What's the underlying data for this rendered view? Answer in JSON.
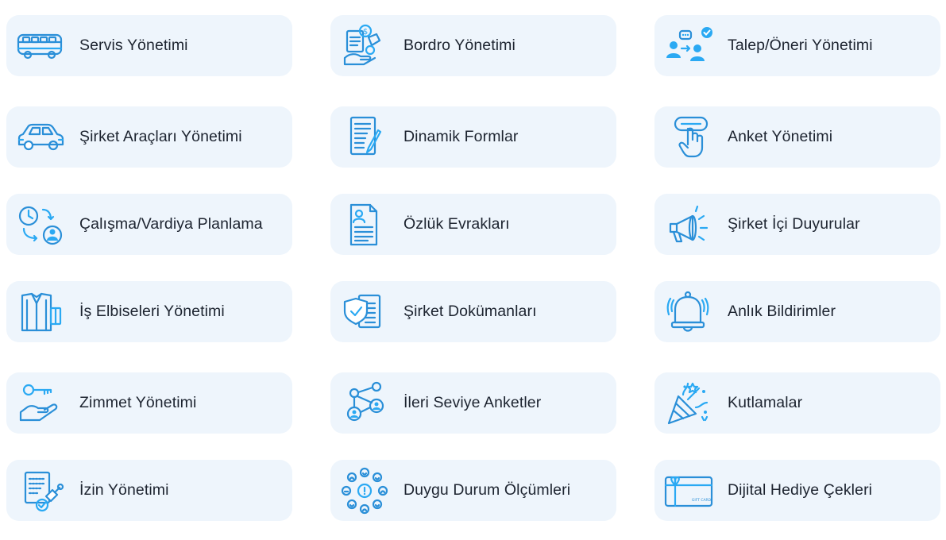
{
  "items": [
    {
      "label": "Servis Yönetimi",
      "icon": "bus-icon"
    },
    {
      "label": "Bordro Yönetimi",
      "icon": "payroll-icon"
    },
    {
      "label": "Talep/Öneri Yönetimi",
      "icon": "request-suggestion-icon"
    },
    {
      "label": "Şirket Araçları Yönetimi",
      "icon": "car-icon"
    },
    {
      "label": "Dinamik Formlar",
      "icon": "form-icon"
    },
    {
      "label": "Anket Yönetimi",
      "icon": "survey-tap-icon"
    },
    {
      "label": "Çalışma/Vardiya Planlama",
      "icon": "shift-clock-icon"
    },
    {
      "label": "Özlük Evrakları",
      "icon": "personnel-file-icon"
    },
    {
      "label": "Şirket İçi Duyurular",
      "icon": "megaphone-icon"
    },
    {
      "label": "İş Elbiseleri Yönetimi",
      "icon": "workwear-icon"
    },
    {
      "label": "Şirket Dokümanları",
      "icon": "secure-document-icon"
    },
    {
      "label": "Anlık Bildirimler",
      "icon": "bell-icon"
    },
    {
      "label": "Zimmet Yönetimi",
      "icon": "key-hand-icon"
    },
    {
      "label": "İleri Seviye Anketler",
      "icon": "network-users-icon"
    },
    {
      "label": "Kutlamalar",
      "icon": "party-popper-icon"
    },
    {
      "label": "İzin Yönetimi",
      "icon": "leave-stamp-icon"
    },
    {
      "label": "Duygu Durum Ölçümleri",
      "icon": "mood-faces-icon"
    },
    {
      "label": "Dijital Hediye Çekleri",
      "icon": "gift-card-icon"
    }
  ],
  "gift_card_text": "GIFT CARD",
  "payroll_symbol": "$",
  "colors": {
    "card_bg": "#eef5fc",
    "icon_dark": "#2a8fd8",
    "icon_light": "#2aa9f3",
    "text": "#1d2430"
  }
}
